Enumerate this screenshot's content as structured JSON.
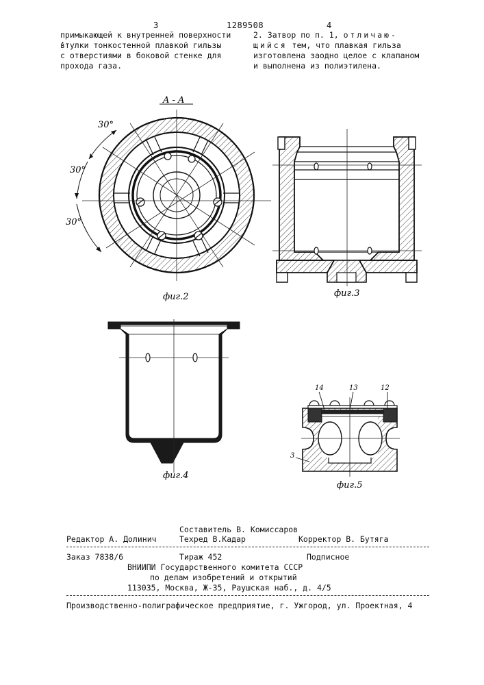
{
  "header": {
    "col_left_num": "3",
    "patent_number": "1289508",
    "col_right_num": "4",
    "dot": "."
  },
  "text_left": [
    "примыкающей к внутренней поверхности",
    "втулки тонкостенной плавкой гильзы",
    "с отверстиями в  боковой стенке для",
    "прохода газа."
  ],
  "text_right": {
    "line1_a": "2. Затвор по п. 1, ",
    "line1_b": "отличаю-",
    "line2_a": "щийся",
    "line2_b": " тем, что плавкая гильза",
    "line3": "изготовлена заодно целое с клапаном",
    "line4": "и выполнена из полиэтилена."
  },
  "figures": {
    "section_label": "A - A",
    "angle_top": "30°",
    "angle_mid": "30°",
    "angle_bot": "30°",
    "fig2": "фиг.2",
    "fig3": "фиг.3",
    "fig4": "фиг.4",
    "fig5": "фиг.5",
    "part_14": "14",
    "part_13": "13",
    "part_12": "12",
    "part_3": "3"
  },
  "footer": {
    "compiler": "Составитель В. Комиссаров",
    "editor": "Редактор А. Долинич",
    "tech": "Техред В.Кадар",
    "corrector": "Корректор В. Бутяга",
    "order": "Заказ 7838/6",
    "circulation": "Тираж 452",
    "subscription": "Подписное",
    "org1": "ВНИИПИ Государственного комитета СССР",
    "org2": "по делам изобретений и открытий",
    "org3": "113035, Москва, Ж-35, Раушская наб., д. 4/5",
    "printer": "Производственно-полиграфическое предприятие, г. Ужгород, ул. Проектная, 4"
  }
}
